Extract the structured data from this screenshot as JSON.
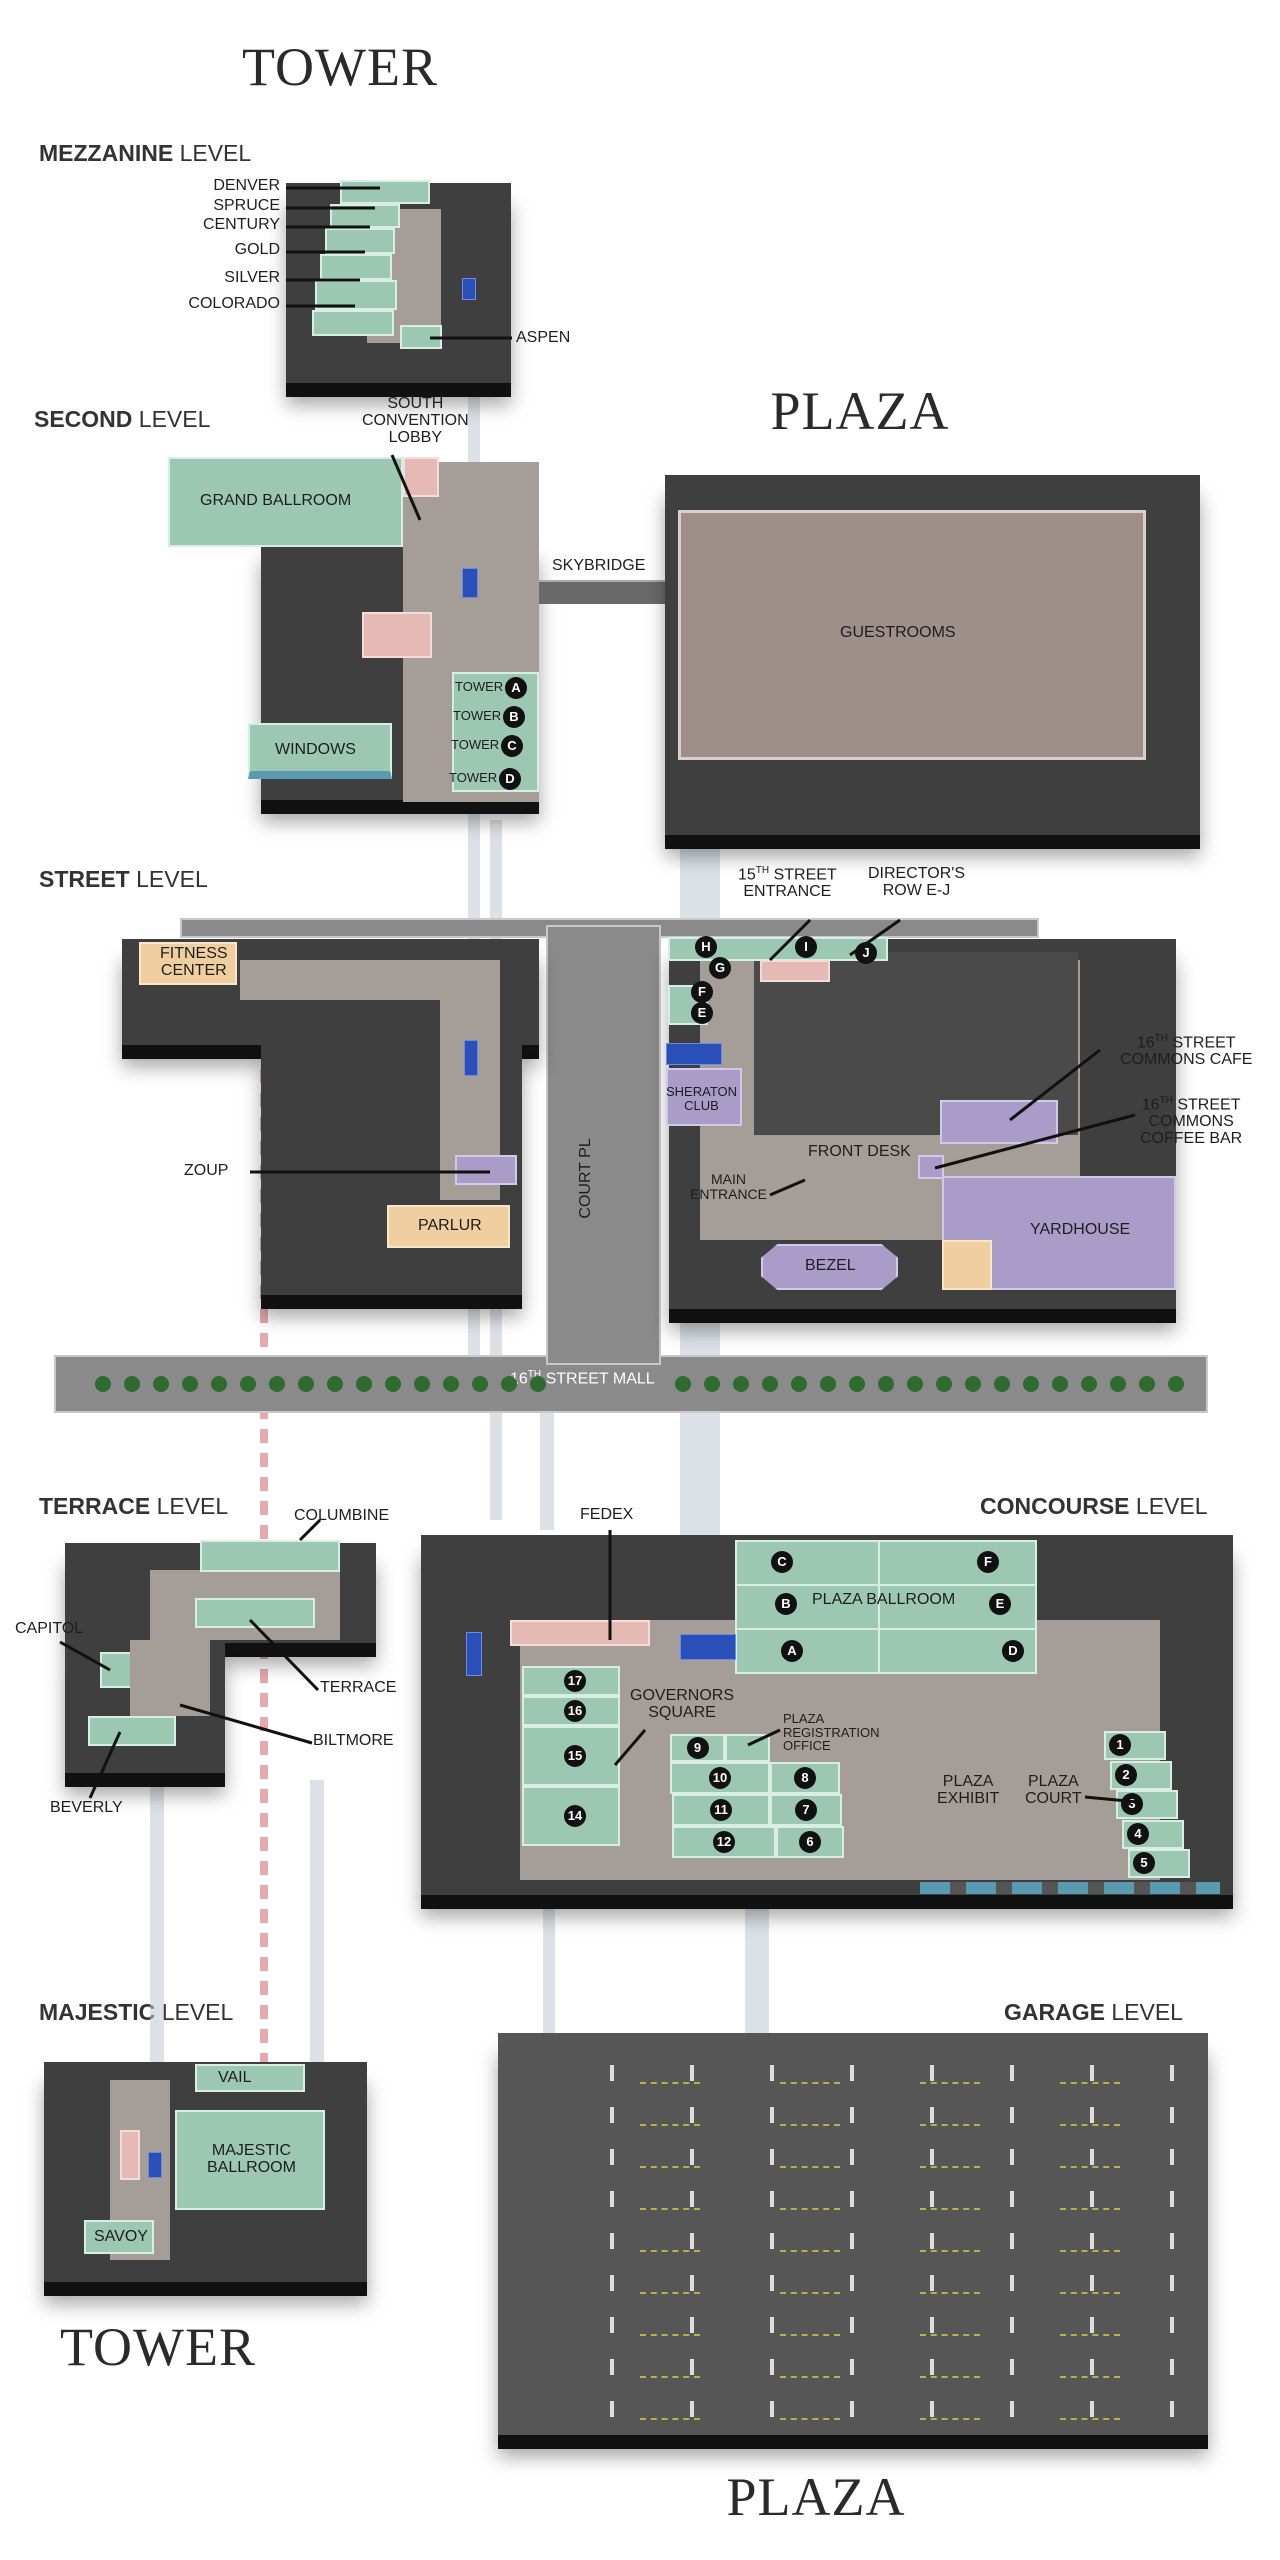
{
  "titles": {
    "tower_top": "TOWER",
    "plaza_top": "PLAZA",
    "tower_bottom": "TOWER",
    "plaza_bottom": "PLAZA"
  },
  "level_word": "LEVEL",
  "mezzanine": {
    "name": "MEZZANINE",
    "rooms": [
      "DENVER",
      "SPRUCE",
      "CENTURY",
      "GOLD",
      "SILVER",
      "COLORADO",
      "ASPEN"
    ]
  },
  "second": {
    "name": "SECOND",
    "south_lobby": [
      "SOUTH",
      "CONVENTION",
      "LOBBY"
    ],
    "grand_ballroom": "GRAND BALLROOM",
    "windows": "WINDOWS",
    "skybridge": "SKYBRIDGE",
    "guestrooms": "GUESTROOMS",
    "tower_rooms": [
      {
        "label": "TOWER",
        "badge": "A"
      },
      {
        "label": "TOWER",
        "badge": "B"
      },
      {
        "label": "TOWER",
        "badge": "C"
      },
      {
        "label": "TOWER",
        "badge": "D"
      }
    ]
  },
  "street": {
    "name": "STREET",
    "fitness": [
      "FITNESS",
      "CENTER"
    ],
    "zoup": "ZOUP",
    "parlur": "PARLUR",
    "court_pl": "COURT PL",
    "mall": {
      "num": "16",
      "sup": "TH",
      "rest": " STREET MALL"
    },
    "entrance15": {
      "num": "15",
      "sup": "TH",
      "rest": " STREET",
      "line2": "ENTRANCE"
    },
    "directors": [
      "DIRECTOR'S",
      "ROW E-J"
    ],
    "cafe": {
      "num": "16",
      "sup": "TH",
      "rest": " STREET",
      "line2": "COMMONS CAFE"
    },
    "coffee": {
      "num": "16",
      "sup": "TH",
      "rest": " STREET",
      "line2": "COMMONS",
      "line3": "COFFEE BAR"
    },
    "sheraton": [
      "SHERATON",
      "CLUB"
    ],
    "front_desk": "FRONT DESK",
    "main_entrance": [
      "MAIN",
      "ENTRANCE"
    ],
    "bezel": "BEZEL",
    "yardhouse": "YARDHOUSE",
    "badges": [
      "H",
      "G",
      "F",
      "E",
      "I",
      "J"
    ]
  },
  "terrace": {
    "name": "TERRACE",
    "columbine": "COLUMBINE",
    "capitol": "CAPITOL",
    "terrace": "TERRACE",
    "biltmore": "BILTMORE",
    "beverly": "BEVERLY"
  },
  "concourse": {
    "name": "CONCOURSE",
    "fedex": "FEDEX",
    "plaza_ballroom": "PLAZA BALLROOM",
    "ballroom_badges": [
      "C",
      "B",
      "A",
      "F",
      "E",
      "D"
    ],
    "governors": [
      "GOVERNORS",
      "SQUARE"
    ],
    "registration": [
      "PLAZA",
      "REGISTRATION",
      "OFFICE"
    ],
    "exhibit": [
      "PLAZA",
      "EXHIBIT"
    ],
    "court": [
      "PLAZA",
      "COURT"
    ],
    "column_rooms": [
      "17",
      "16",
      "15",
      "14"
    ],
    "block_rooms": [
      "9",
      "10",
      "8",
      "11",
      "7",
      "12",
      "6"
    ],
    "court_rooms": [
      "1",
      "2",
      "3",
      "4",
      "5"
    ]
  },
  "majestic": {
    "name": "MAJESTIC",
    "vail": "VAIL",
    "ballroom": [
      "MAJESTIC",
      "BALLROOM"
    ],
    "savoy": "SAVOY"
  },
  "garage": {
    "name": "GARAGE"
  }
}
